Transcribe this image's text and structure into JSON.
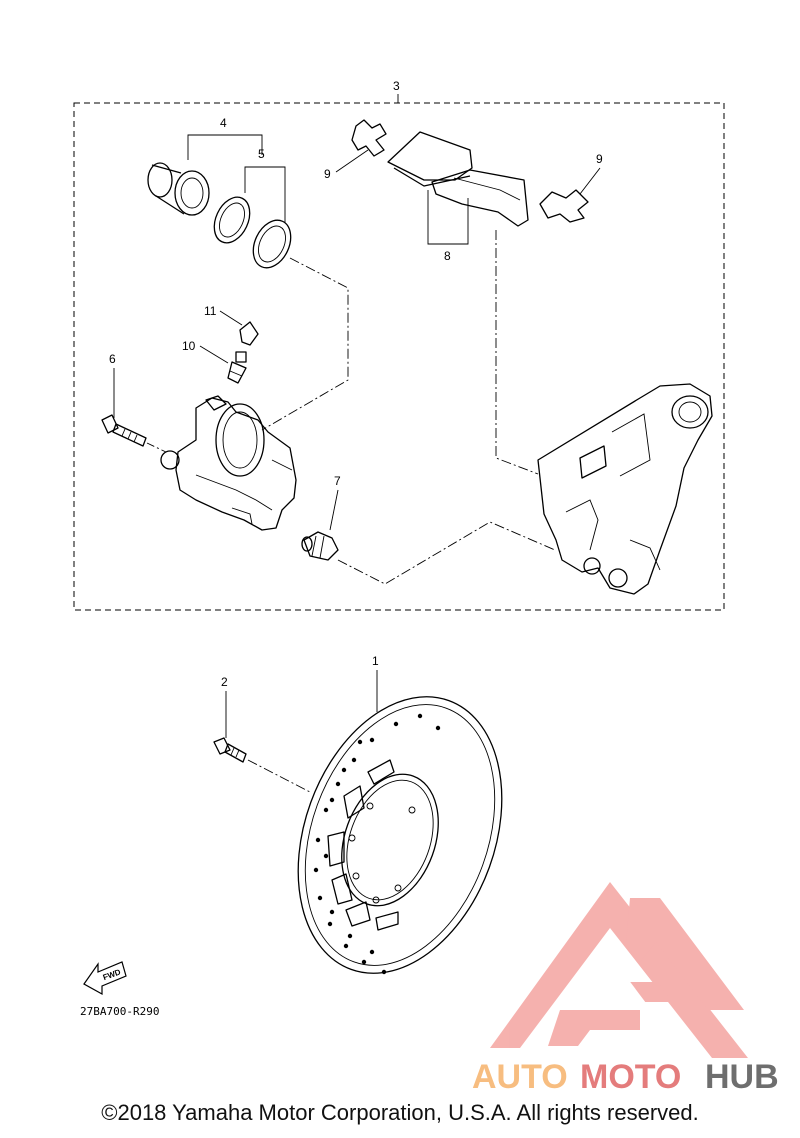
{
  "callouts": {
    "c1": "1",
    "c2": "2",
    "c3": "3",
    "c4": "4",
    "c5": "5",
    "c6": "6",
    "c7": "7",
    "c8": "8",
    "c9a": "9",
    "c9b": "9",
    "c10": "10",
    "c11": "11"
  },
  "fwd_label": "FWD",
  "diagram_code": "27BA700-R290",
  "watermark": {
    "part1": "AUTO",
    "part2": "MOTO",
    "part3": "HUB",
    "color1": "#f6b26b",
    "color2": "#e06666",
    "color3": "#555555"
  },
  "copyright": "©2018 Yamaha Motor Corporation, U.S.A. All rights reserved."
}
